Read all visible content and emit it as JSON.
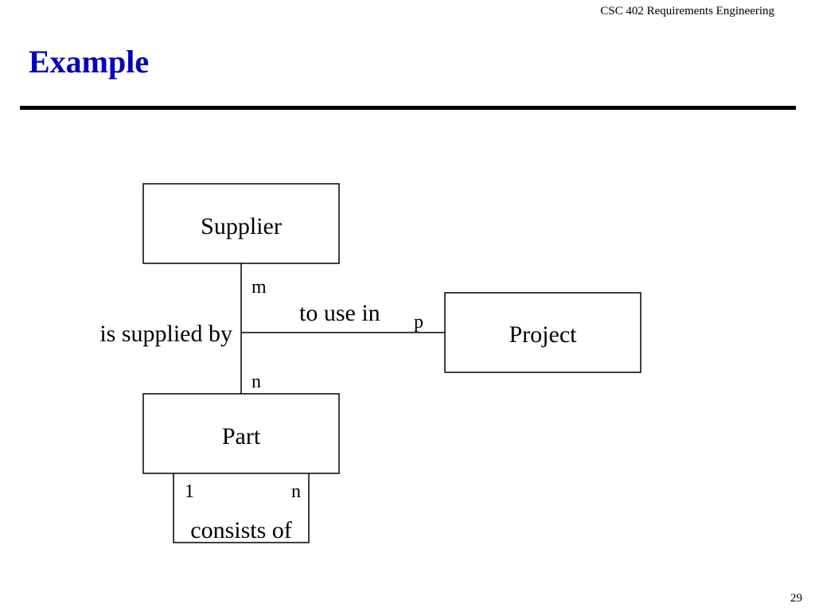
{
  "header": {
    "course": "CSC 402 Requirements Engineering"
  },
  "slide": {
    "title": "Example",
    "page_number": "29"
  },
  "diagram": {
    "entities": {
      "supplier": "Supplier",
      "project": "Project",
      "part": "Part"
    },
    "relationships": {
      "supply": "is supplied by",
      "use": "to use in",
      "composition": "consists of"
    },
    "cardinalities": {
      "supplier": "m",
      "part": "n",
      "project": "p",
      "composition_left": "1",
      "composition_right": "n"
    }
  }
}
